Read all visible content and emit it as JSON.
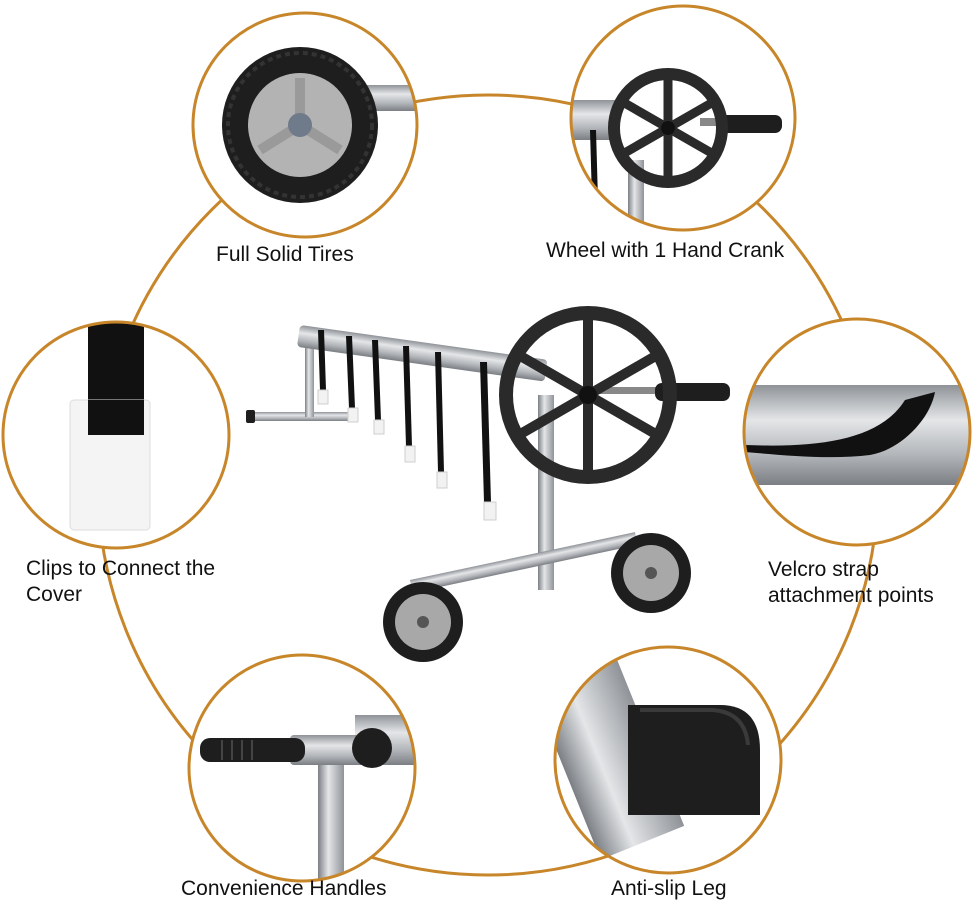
{
  "labels": {
    "tires": "Full Solid Tires",
    "crank": "Wheel with 1 Hand Crank",
    "clips": "Clips to Connect the Cover",
    "velcro": "Velcro strap attachment points",
    "handles": "Convenience Handles",
    "leg": "Anti-slip Leg"
  },
  "colors": {
    "accent_ring": "#C8862A",
    "metal": "#B9BCC0",
    "rubber": "#1E1E1E",
    "hub": "#A8A8A8",
    "strap": "#111111",
    "clip": "#F2F2F2"
  }
}
